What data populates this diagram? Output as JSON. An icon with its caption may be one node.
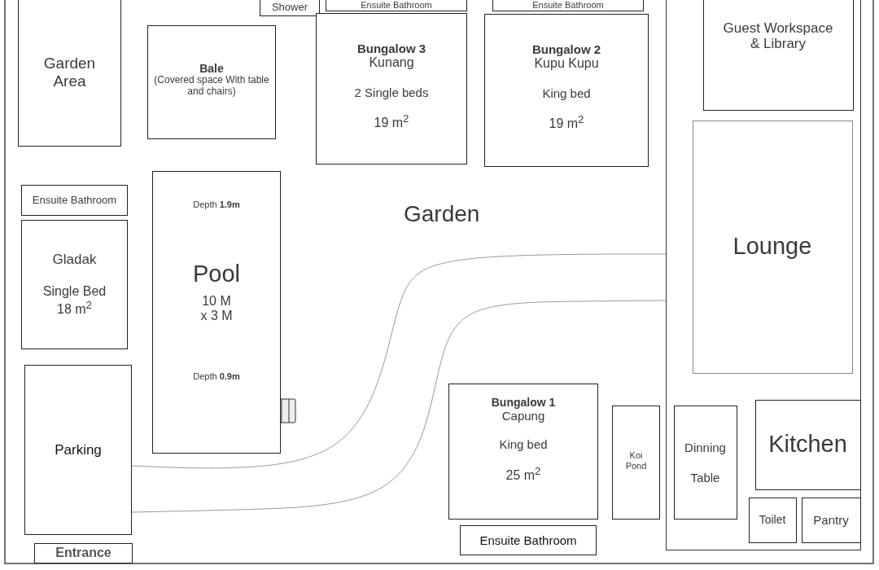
{
  "diagram": {
    "nodes": [
      {
        "text": [
          "Garden Area"
        ]
      },
      {
        "text": [
          "Shower"
        ]
      },
      {
        "text": [
          "Ensuite Bathroom"
        ]
      },
      {
        "text": [
          "Ensuite Bathroom"
        ]
      },
      {
        "text": [],
        "shape": "box"
      },
      {
        "text": [
          "Guest Workspace & Library"
        ],
        "in": 4
      },
      {
        "text": [
          "Bale",
          "(Covered space With  table and chairs)"
        ]
      },
      {
        "text": [
          "Bungalow 3",
          "Kunang",
          "2 Single beds",
          "19 m$^{2}$"
        ]
      },
      {
        "text": [
          "Bungalow 2",
          "Kupu Kupu",
          "King bed",
          "19 m$^{2}$"
        ]
      },
      {
        "text": [
          "Ensuite Bathroom"
        ]
      },
      {
        "text": [
          "Gladak",
          "Single Bed",
          "18 m$^{2}$"
        ]
      },
      {
        "text": [
          "Depth **1.9m**",
          "Pool",
          "10 M x 3 M",
          "Depth **0.9m**"
        ]
      },
      {
        "text": [
          "Lounge"
        ],
        "in": 4
      },
      {
        "text": [
          "Parking"
        ]
      },
      {
        "text": [
          "Bungalow 1",
          "Capung",
          "King bed",
          "25 m$^{2}$"
        ]
      },
      {
        "text": [
          "Koi Pond"
        ]
      },
      {
        "text": [
          "Dinning",
          "Table"
        ],
        "in": 4
      },
      {
        "text": [
          "Kitchen"
        ],
        "in": 4
      },
      {
        "text": [
          "Toilet"
        ],
        "in": 4
      },
      {
        "text": [
          "Pantry"
        ],
        "in": 4
      },
      {
        "text": [
          "Ensuite Bathroom"
        ]
      },
      {
        "text": [
          "Entrance"
        ]
      }
    ],
    "labels": [
      "Garden"
    ]
  }
}
